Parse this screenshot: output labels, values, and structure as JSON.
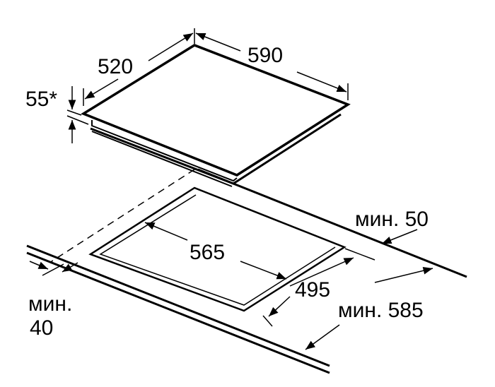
{
  "dimensions": {
    "hob_depth": "520",
    "hob_width": "590",
    "hob_height": "55*",
    "cutout_width": "565",
    "cutout_depth": "495",
    "min_back": "мин. 50",
    "min_worktop": "мин. 585",
    "min_front_line1": "мин.",
    "min_front_line2": "40"
  }
}
